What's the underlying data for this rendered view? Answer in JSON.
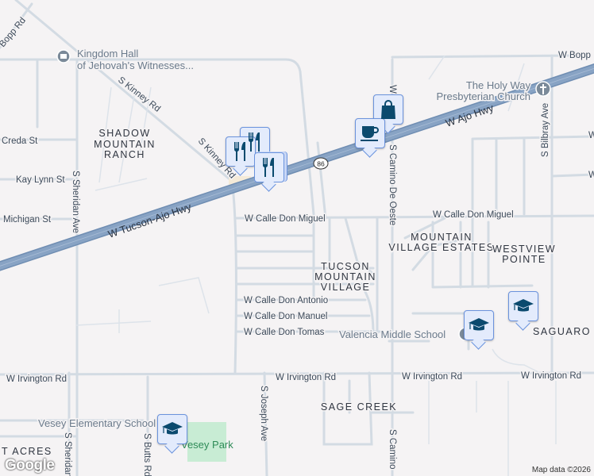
{
  "map": {
    "highway_color": "#7d9abd",
    "park_color": "#c8ecd4",
    "pin_background": "#e3ebfc",
    "pin_icon_color": "#0b4a6e",
    "roads": {
      "bopp_rd_nw": "Bopp Rd",
      "bopp_rd_ne": "W Bopp R",
      "kinney_1": "S Kinney Rd",
      "kinney_2": "S Kinney Rd",
      "creda": "Creda St",
      "kay_lynn": "Kay Lynn St",
      "michigan": "Michigan St",
      "sheridan": "S Sheridan Ave",
      "sheridan_south": "S Sheridan",
      "tucson_ajo": "W Tucson-Ajo Hwy",
      "ajo_hwy": "W Ajo Hwy",
      "route_shield": "86",
      "don_miguel_w": "W Calle Don Miguel",
      "don_miguel_e": "W Calle Don Miguel",
      "don_antonio": "W Calle Don Antonio",
      "don_manuel": "W Calle Don Manuel",
      "don_tomas": "W Calle Don Tomas",
      "camino_de_oeste": "S Camino De Oeste",
      "camino_south": "S Camino",
      "w_north": "W",
      "bilbray": "S Bilbray Ave",
      "w_right_1": "W",
      "w_right_2": "W",
      "irvington_1": "W Irvington Rd",
      "irvington_2": "W Irvington Rd",
      "irvington_3": "W Irvington Rd",
      "irvington_4": "W Irvington Rd",
      "joseph": "S Joseph Ave",
      "butts": "S Butts Rd"
    },
    "areas": {
      "shadow_1": "SHADOW",
      "shadow_2": "MOUNTAIN",
      "shadow_3": "RANCH",
      "mve_1": "MOUNTAIN",
      "mve_2": "VILLAGE ESTATES",
      "westview_1": "WESTVIEW",
      "westview_2": "POINTE",
      "tmv_1": "TUCSON",
      "tmv_2": "MOUNTAIN",
      "tmv_3": "VILLAGE",
      "saguaro": "SAGUARO C",
      "sage_creek": "SAGE CREEK",
      "acres": "T ACRES"
    },
    "pois": {
      "kingdom_hall_1": "Kingdom Hall",
      "kingdom_hall_2": "of Jehovah's Witnesses...",
      "holy_way_1": "The Holy Way",
      "holy_way_2": "Presbyterian Church",
      "valencia": "Valencia Middle School",
      "vesey_school": "Vesey Elementary School",
      "vesey_park": "Vesey Park"
    },
    "markers": [
      {
        "type": "restaurant",
        "icon": "fork-knife-icon"
      },
      {
        "type": "restaurant",
        "icon": "fork-knife-icon"
      },
      {
        "type": "restaurant",
        "icon": "fork-knife-icon"
      },
      {
        "type": "shopping",
        "icon": "shopping-bag-icon"
      },
      {
        "type": "cafe",
        "icon": "coffee-cup-icon"
      },
      {
        "type": "school",
        "icon": "graduation-cap-icon"
      },
      {
        "type": "school",
        "icon": "graduation-cap-icon"
      },
      {
        "type": "school",
        "icon": "graduation-cap-icon"
      }
    ],
    "logo": "Google",
    "attribution": "Map data ©2026"
  }
}
